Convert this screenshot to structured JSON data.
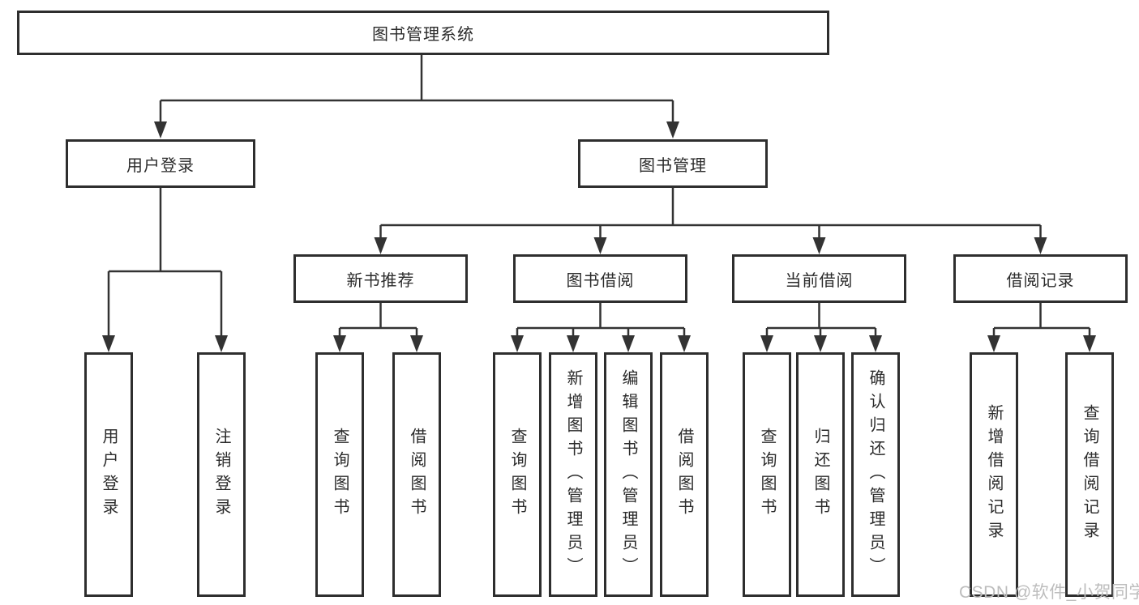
{
  "tree": {
    "label": "图书管理系统",
    "children": [
      {
        "label": "用户登录",
        "children": [
          {
            "label": "用户登录"
          },
          {
            "label": "注销登录"
          }
        ]
      },
      {
        "label": "图书管理",
        "children": [
          {
            "label": "新书推荐",
            "children": [
              {
                "label": "查询图书"
              },
              {
                "label": "借阅图书"
              }
            ]
          },
          {
            "label": "图书借阅",
            "children": [
              {
                "label": "查询图书"
              },
              {
                "label": "新增图书（管理员）"
              },
              {
                "label": "编辑图书（管理员）"
              },
              {
                "label": "借阅图书"
              }
            ]
          },
          {
            "label": "当前借阅",
            "children": [
              {
                "label": "查询图书"
              },
              {
                "label": "归还图书"
              },
              {
                "label": "确认归还（管理员）"
              }
            ]
          },
          {
            "label": "借阅记录",
            "children": [
              {
                "label": "新增借阅记录"
              },
              {
                "label": "查询借阅记录"
              }
            ]
          }
        ]
      }
    ]
  },
  "watermark": {
    "text": "CSDN @软件_小贺同学"
  },
  "colors": {
    "line": "#333333",
    "box_border": "#2e2e2e",
    "text": "#2b2b2b",
    "watermark": "#bdbdbd",
    "background": "#ffffff"
  }
}
